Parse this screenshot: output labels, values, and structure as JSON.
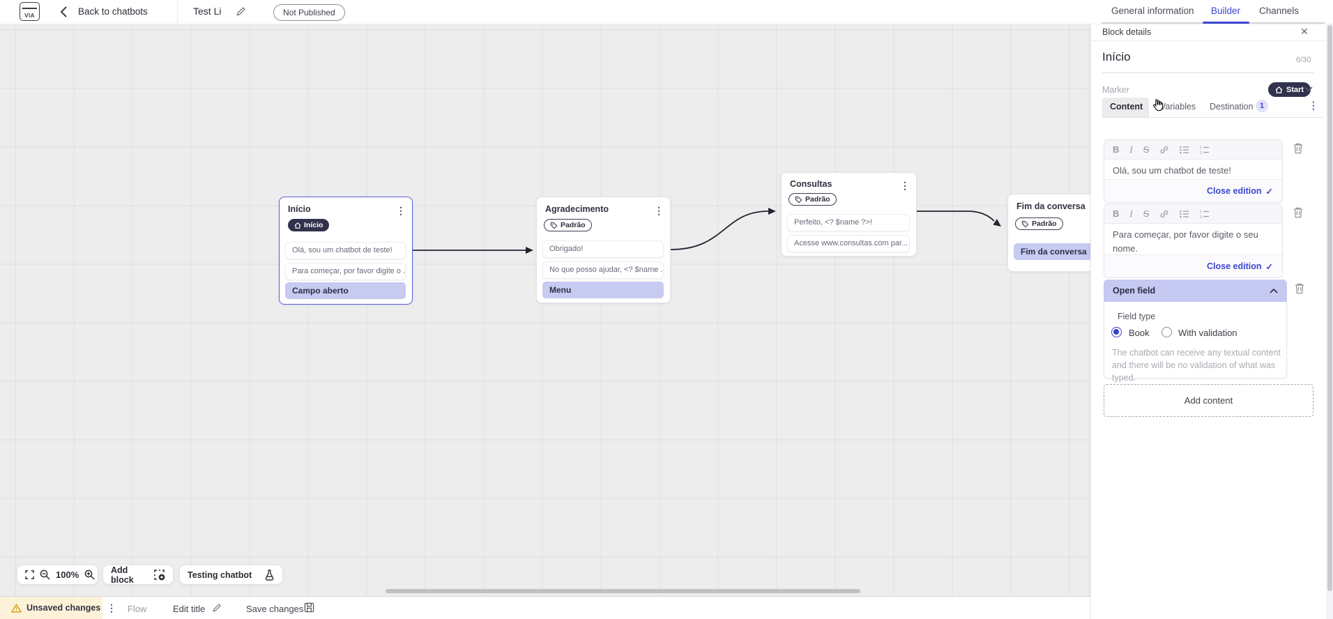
{
  "icons": {
    "close": "✕",
    "check": "✓",
    "kebab": "⋮"
  },
  "topbar": {
    "logo_text": "VIA",
    "back_label": "Back to chatbots",
    "title": "Test Li",
    "status_badge": "Not Published",
    "tabs": [
      {
        "label": "General information",
        "active": false
      },
      {
        "label": "Builder",
        "active": true
      },
      {
        "label": "Channels",
        "active": false
      }
    ]
  },
  "panel": {
    "header": "Block details",
    "block_name": "Início",
    "char_counter": "6/30",
    "marker_label": "Marker",
    "marker_value": "Start",
    "tabs": [
      {
        "label": "Content"
      },
      {
        "label": "Variables"
      },
      {
        "label": "Destination",
        "badge": "1"
      }
    ],
    "editors": [
      {
        "text": "Olá, sou um chatbot de teste!",
        "close_label": "Close edition"
      },
      {
        "text": "Para começar, por favor digite o seu nome.",
        "close_label": "Close edition"
      }
    ],
    "open_field": {
      "title": "Open field",
      "field_type_label": "Field type",
      "options": [
        {
          "label": "Book",
          "selected": true
        },
        {
          "label": "With validation",
          "selected": false
        }
      ],
      "description": "The chatbot can receive any textual content and there will be no validation of what was typed."
    },
    "add_content_label": "Add content"
  },
  "canvas": {
    "zoom_level": "100%",
    "add_block_label": "Add block",
    "testing_label": "Testing chatbot",
    "blocks": [
      {
        "title": "Início",
        "badge": "Início",
        "messages": [
          "Olá, sou um chatbot de teste!",
          "Para começar, por favor digite o ..."
        ],
        "action": "Campo aberto"
      },
      {
        "title": "Agradecimento",
        "badge": "Padrão",
        "messages": [
          "Obrigado!",
          "No que posso ajudar, <? $name ..."
        ],
        "action": "Menu"
      },
      {
        "title": "Consultas",
        "badge": "Padrão",
        "messages": [
          "Perfeito, <? $name ?>!",
          "Acesse www.consultas.com par..."
        ]
      },
      {
        "title": "Fim da conversa",
        "badge": "Padrão",
        "action": "Fim da conversa"
      }
    ]
  },
  "bottombar": {
    "unsaved_label": "Unsaved changes",
    "flow_label": "Flow",
    "edit_title_label": "Edit title",
    "save_label": "Save changes"
  },
  "colors": {
    "accent": "#3c46cf",
    "lavender": "#c7cbf2",
    "dark_badge": "#32324d",
    "warning": "#d79a06",
    "warning_bg": "#fcf2da"
  }
}
